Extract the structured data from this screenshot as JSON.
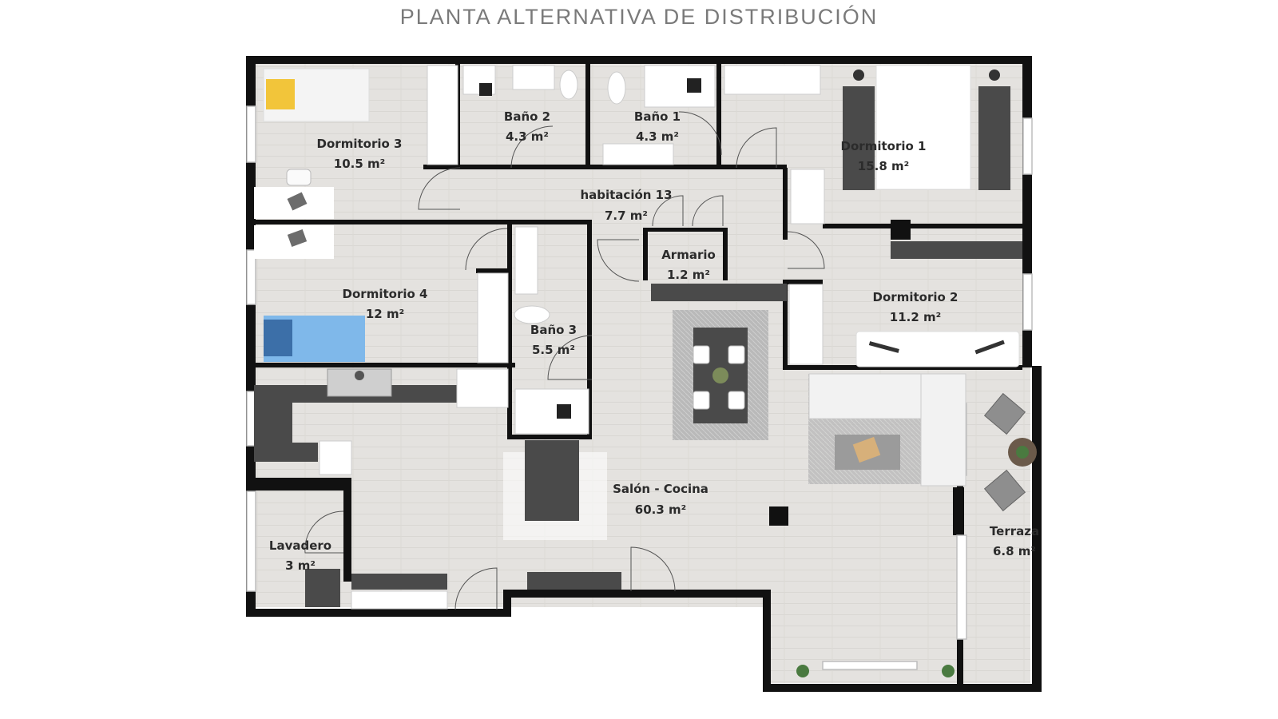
{
  "title": "PLANTA ALTERNATIVA DE DISTRIBUCIÓN",
  "colors": {
    "wall": "#111111",
    "floor": "#e3e1de",
    "furniture_dark": "#4a4a4a",
    "bed_blue": "#7fb8ea",
    "bed_yellow": "#f2c53a"
  },
  "rooms": [
    {
      "id": "dormitorio-3",
      "name": "Dormitorio 3",
      "area": "10.5 m²"
    },
    {
      "id": "bano-2",
      "name": "Baño 2",
      "area": "4.3 m²"
    },
    {
      "id": "bano-1",
      "name": "Baño 1",
      "area": "4.3 m²"
    },
    {
      "id": "dormitorio-1",
      "name": "Dormitorio 1",
      "area": "15.8 m²"
    },
    {
      "id": "habitacion-13",
      "name": "habitación 13",
      "area": "7.7 m²"
    },
    {
      "id": "armario",
      "name": "Armario",
      "area": "1.2 m²"
    },
    {
      "id": "dormitorio-4",
      "name": "Dormitorio 4",
      "area": "12 m²"
    },
    {
      "id": "bano-3",
      "name": "Baño 3",
      "area": "5.5 m²"
    },
    {
      "id": "dormitorio-2",
      "name": "Dormitorio 2",
      "area": "11.2 m²"
    },
    {
      "id": "salon-cocina",
      "name": "Salón - Cocina",
      "area": "60.3 m²"
    },
    {
      "id": "terraza",
      "name": "Terraza",
      "area": "6.8 m²"
    },
    {
      "id": "lavadero",
      "name": "Lavadero",
      "area": "3 m²"
    }
  ]
}
